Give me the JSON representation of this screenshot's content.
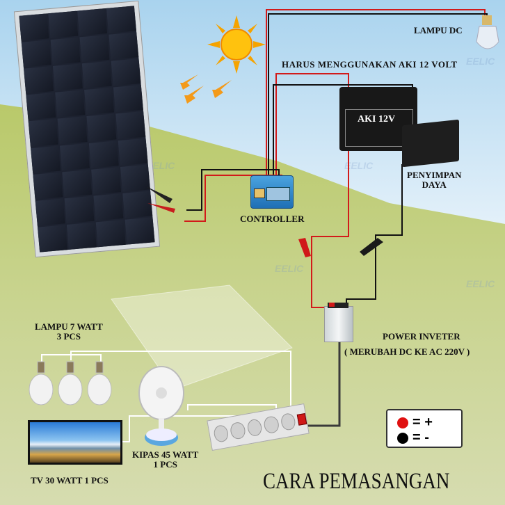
{
  "labels": {
    "lampu_dc": "LAMPU DC",
    "harus": "HARUS MENGGUNAKAN AKI 12 VOLT",
    "aki": "AKI 12V",
    "penyimpan_1": "PENYIMPAN",
    "penyimpan_2": "DAYA",
    "controller": "CONTROLLER",
    "inverter_1": "POWER INVETER",
    "inverter_2": "( MERUBAH DC KE AC 220V )",
    "lampu7_1": "LAMPU 7 WATT",
    "lampu7_2": "3 PCS",
    "kipas_1": "KIPAS 45 WATT",
    "kipas_2": "1 PCS",
    "tv": "TV 30 WATT 1 PCS",
    "title": "CARA PEMASANGAN"
  },
  "legend": {
    "positive": "= +",
    "negative": "= -",
    "positive_color": "#e01010",
    "negative_color": "#000000"
  },
  "watermark": "EELIC",
  "colors": {
    "wire_positive": "#d21a1a",
    "wire_negative": "#111111",
    "wire_ac": "#ffffff"
  }
}
